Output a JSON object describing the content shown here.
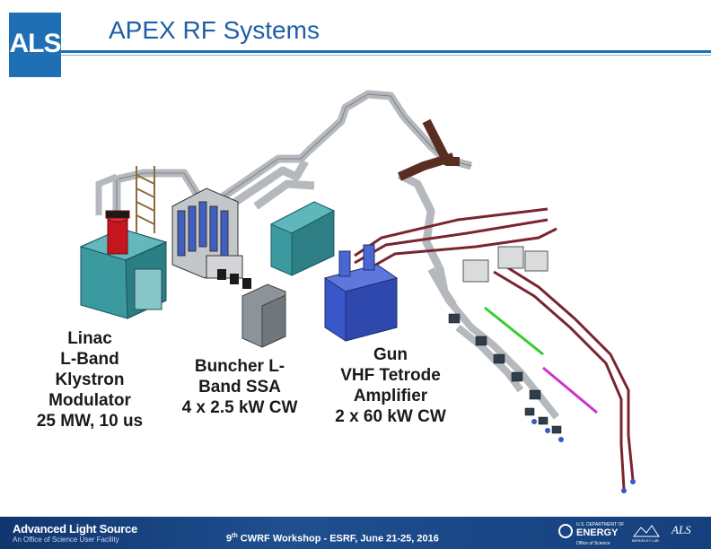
{
  "header": {
    "logo_text": "ALS",
    "title": "APEX RF Systems"
  },
  "captions": {
    "linac": [
      "Linac",
      "L-Band",
      "Klystron",
      "Modulator",
      "25 MW, 10 us"
    ],
    "buncher": [
      "Buncher L-",
      "Band SSA",
      "4 x 2.5 kW CW"
    ],
    "gun": [
      "Gun",
      "VHF Tetrode",
      "Amplifier",
      "2 x 60 kW CW"
    ]
  },
  "footer": {
    "brand": "Advanced Light Source",
    "brand_sub": "An Office of Science User Facility",
    "event_prefix": "9",
    "event_sup": "th",
    "event_rest": " CWRF Workshop - ESRF, June 21-25, 2016",
    "doe_pre": "U.S. DEPARTMENT OF",
    "doe_name": "ENERGY",
    "doe_sub": "Office of Science",
    "lab_name": "BERKELEY LAB",
    "als_small": "ALS"
  },
  "colors": {
    "accent": "#1f6fb5",
    "footer_bg": "#163f7d",
    "klystron_red": "#c4161c",
    "gun_amp_blue": "#3a57c9",
    "ssa_rack_teal": "#3a9aa0",
    "waveguide_brown": "#5a2d22",
    "line_green": "#33cc33",
    "line_magenta": "#cc33cc"
  },
  "icons": [
    "als-logo",
    "doe-seal-icon",
    "lbnl-logo-icon",
    "als-small-logo"
  ]
}
